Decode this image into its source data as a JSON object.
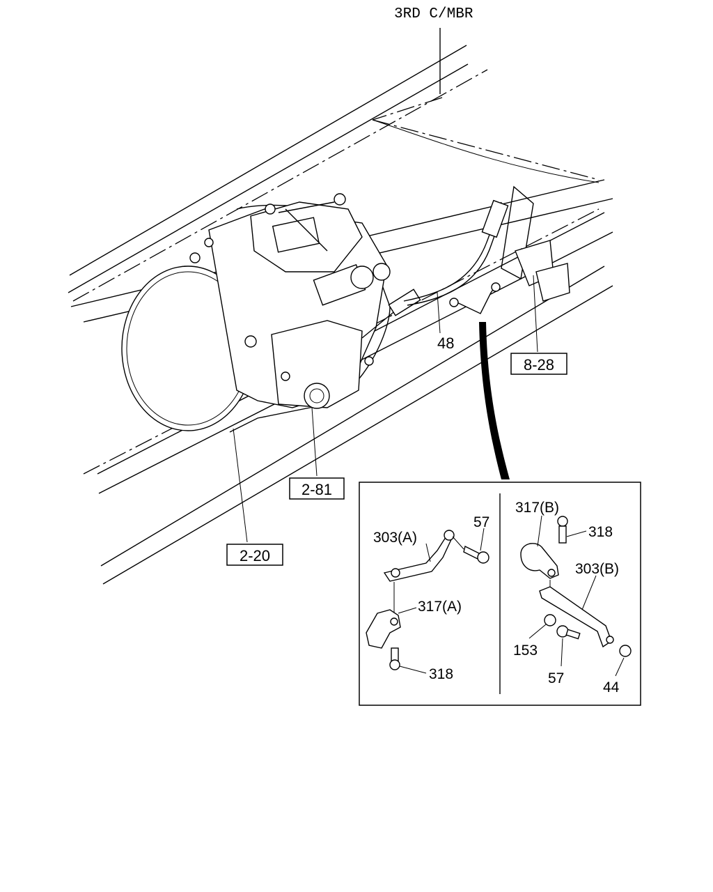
{
  "header_label": "3RD C/MBR",
  "refs": {
    "r_2_20": "2-20",
    "r_2_81": "2-81",
    "r_8_28": "8-28"
  },
  "callouts": {
    "c48": "48"
  },
  "detail": {
    "a_303": "303(A)",
    "a_57": "57",
    "a_317": "317(A)",
    "a_318": "318",
    "b_317": "317(B)",
    "b_318": "318",
    "b_303": "303(B)",
    "b_153": "153",
    "b_57": "57",
    "b_44": "44"
  }
}
